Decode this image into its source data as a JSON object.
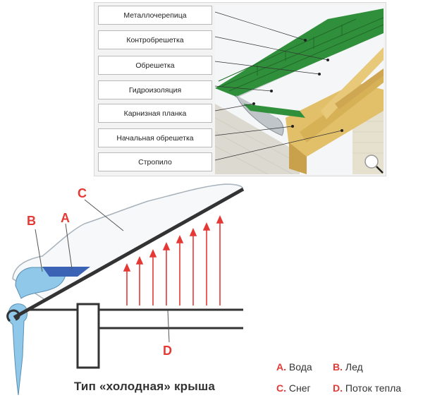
{
  "top_labels": [
    "Металлочерепица",
    "Контробрешетка",
    "Обрешетка",
    "Гидроизоляция",
    "Карнизная планка",
    "Начальная обрешетка",
    "Стропило"
  ],
  "diagram_letters": {
    "a": "A",
    "b": "B",
    "c": "C",
    "d": "D"
  },
  "caption": "Тип «холодная» крыша",
  "legend": [
    {
      "key": "A.",
      "text": "Вода"
    },
    {
      "key": "B.",
      "text": "Лед"
    },
    {
      "key": "C.",
      "text": "Снег"
    },
    {
      "key": "D.",
      "text": "Поток тепла"
    }
  ],
  "colors": {
    "accent": "#e53935",
    "roof_green": "#2f8f3a",
    "wood": "#e2c06a",
    "ice": "#8fc8e8",
    "water": "#3a63b5"
  },
  "icons": [
    "zoom-icon",
    "heat-arrow-icon"
  ]
}
